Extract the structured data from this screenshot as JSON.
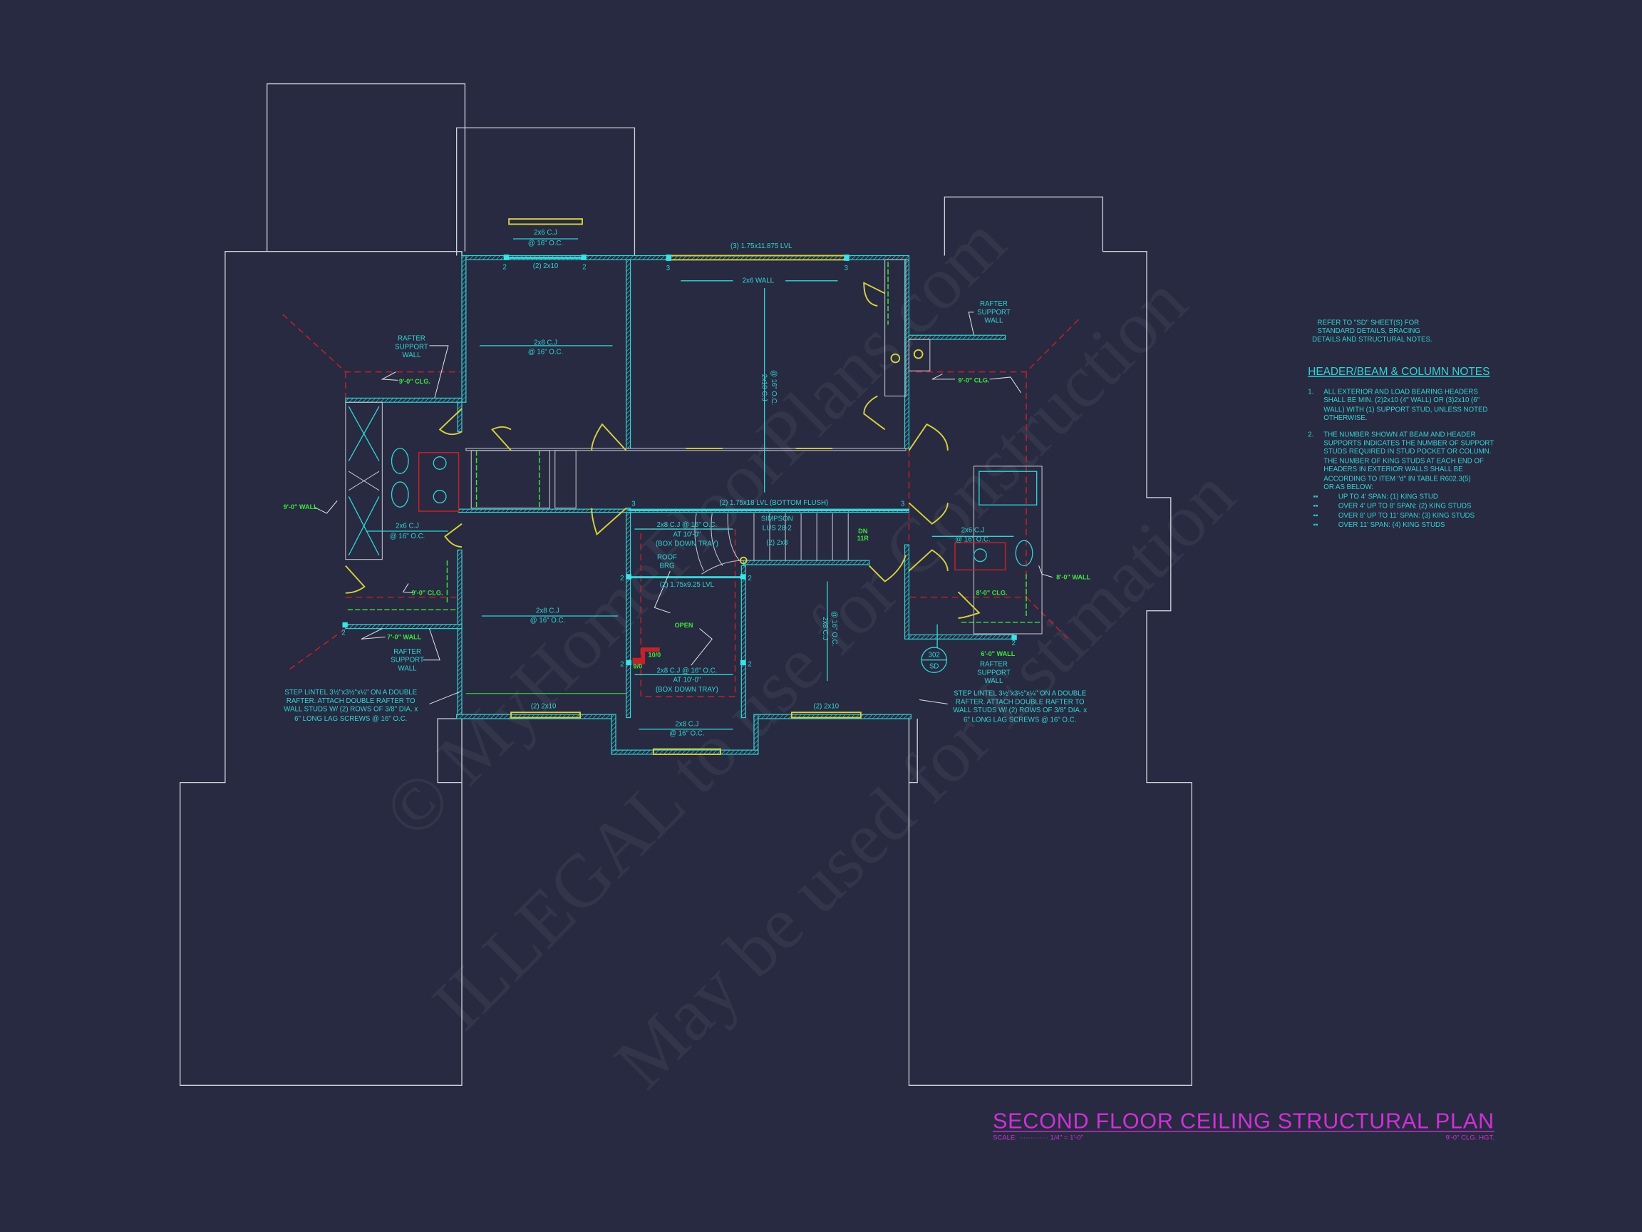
{
  "title": "SECOND FLOOR CEILING STRUCTURAL PLAN",
  "scale_label": "SCALE: ············· 1/4\" = 1'-0\"",
  "ceiling_height": "9'-0\" CLG. HGT.",
  "watermark": [
    "© MyHomeFloorPlans.com",
    "ILLEGAL to use for Construction",
    "May be used for Estimation"
  ],
  "colors": {
    "background": "#272a40",
    "structure": "#2fd6d6",
    "ceiling_notes": "#3be83b",
    "beams": "#d8d23a",
    "ceiling_lines": "#c8202a",
    "title": "#d030d8"
  },
  "refer_note": [
    "REFER TO \"SD\" SHEET(S) FOR",
    "STANDARD DETAILS, BRACING",
    "DETAILS AND STRUCTURAL NOTES."
  ],
  "notes": {
    "heading": "HEADER/BEAM & COLUMN NOTES",
    "n1_num": "1.",
    "n1": [
      "ALL EXTERIOR AND LOAD BEARING HEADERS",
      "SHALL BE MIN. (2)2x10 (4\" WALL) OR (3)2x10 (6\"",
      "WALL) WITH (1) SUPPORT STUD, UNLESS NOTED",
      "OTHERWISE."
    ],
    "n2_num": "2.",
    "n2": [
      "THE NUMBER SHOWN AT BEAM AND HEADER",
      "SUPPORTS INDICATES THE NUMBER OF SUPPORT",
      "STUDS REQUIRED IN STUD POCKET OR COLUMN.",
      "THE NUMBER OF KING STUDS AT EACH END OF",
      "HEADERS IN EXTERIOR WALLS SHALL BE",
      "ACCORDING TO ITEM \"d\" IN TABLE R602.3(5)",
      "OR AS BELOW:"
    ],
    "bullets": [
      "UP TO 4' SPAN: (1) KING STUD",
      "OVER 4' UP TO 8' SPAN: (2) KING STUDS",
      "OVER 8' UP TO 11' SPAN: (3) KING STUDS",
      "OVER 11' SPAN: (4) KING STUDS"
    ]
  },
  "labels": {
    "cj_2x6": "2x6 C.J",
    "cj_2x8": "2x8 C.J",
    "cj_2x10": "2x10 C.J",
    "oc16": "@ 16\" O.C.",
    "cj_2x8_oc": "2x8 C.J @ 16\" O.C.",
    "at_10": "AT 10'-0\"",
    "box_down": "(BOX DOWN TRAY)",
    "hdr_2x10": "(2) 2x10",
    "lvl_top": "(3) 1.75x11.875 LVL",
    "wall_2x6": "2x6 WALL",
    "lvl_bottom_flush": "(2) 1.75x18 LVL (BOTTOM FLUSH)",
    "simpson": "SIMPSON",
    "lus": "LUS 28-2",
    "hdr_2x8": "(2) 2x8",
    "dn": "DN",
    "r11": "11R",
    "roof": "ROOF",
    "brg": "BRG",
    "lvl_925": "(2) 1.75x9.25 LVL",
    "open": "OPEN",
    "h10": "10/0",
    "h9": "9/0",
    "rafter": "RAFTER",
    "support": "SUPPORT",
    "wall": "WALL",
    "clg9": "9'-0\" CLG.",
    "clg8": "8'-0\" CLG.",
    "wall9": "9'-0\" WALL",
    "wall7": "7'-0\" WALL",
    "wall8": "8'-0\" WALL",
    "wall6": "6'-0\" WALL",
    "studs2": "2",
    "studs3": "3",
    "detail_num": "302",
    "detail_sheet": "SD",
    "step_lintel": [
      "STEP LINTEL 3½\"x3½\"x¼\" ON A DOUBLE",
      "RAFTER.  ATTACH DOUBLE RAFTER TO",
      "WALL STUDS W/ (2) ROWS OF 3/8\" DIA. x",
      "6\" LONG LAG SCREWS @ 16\" O.C."
    ]
  }
}
